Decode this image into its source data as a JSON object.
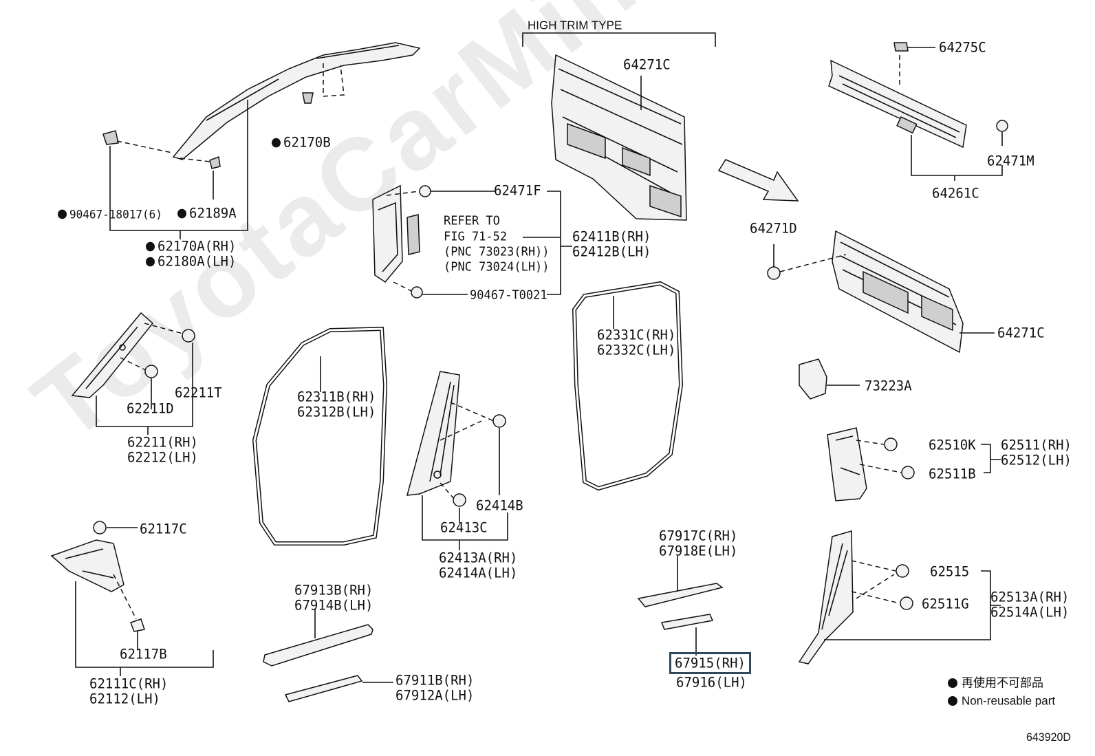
{
  "header": {
    "trim_type": "HIGH TRIM TYPE"
  },
  "labels": {
    "p64271C_top": "64271C",
    "p64275C": "64275C",
    "p62471M": "62471M",
    "p64261C": "64261C",
    "p64271D": "64271D",
    "p64271C_right": "64271C",
    "p73223A": "73223A",
    "p62170B": "62170B",
    "p90467_18017": "90467-18017(6)",
    "p62189A": "62189A",
    "p62170A": "62170A(RH)",
    "p62180A": "62180A(LH)",
    "p62471F": "62471F",
    "refer1": "REFER TO",
    "refer2": "FIG 71-52",
    "refer3": "(PNC 73023(RH))",
    "refer4": "(PNC 73024(LH))",
    "p62411B": "62411B(RH)",
    "p62412B": "62412B(LH)",
    "p90467_T0021": "90467-T0021",
    "p62331C": "62331C(RH)",
    "p62332C": "62332C(LH)",
    "p62311B": "62311B(RH)",
    "p62312B": "62312B(LH)",
    "p62211T": "62211T",
    "p62211D": "62211D",
    "p62211": "62211(RH)",
    "p62212": "62212(LH)",
    "p62414B": "62414B",
    "p62413C": "62413C",
    "p62413A": "62413A(RH)",
    "p62414A": "62414A(LH)",
    "p62510K": "62510K",
    "p62511B": "62511B",
    "p62511": "62511(RH)",
    "p62512": "62512(LH)",
    "p62117C": "62117C",
    "p62117B": "62117B",
    "p62111C": "62111C(RH)",
    "p62112": "62112(LH)",
    "p67917C": "67917C(RH)",
    "p67918E": "67918E(LH)",
    "p67913B": "67913B(RH)",
    "p67914B": "67914B(LH)",
    "p67911B": "67911B(RH)",
    "p67912A": "67912A(LH)",
    "p67915": "67915(RH)",
    "p67916": "67916(LH)",
    "p62515": "62515",
    "p62511G": "62511G",
    "p62513A": "62513A(RH)",
    "p62514A": "62514A(LH)"
  },
  "legend": {
    "jp": "再使用不可部品",
    "en": "Non-reusable part"
  },
  "footer": {
    "diagram_code": "643920D"
  },
  "watermark": {
    "text": "ToyotaCarMine.ru"
  },
  "colors": {
    "ink": "#111111",
    "highlight_border": "#2e4a5a",
    "watermark": "#ebebeb"
  }
}
